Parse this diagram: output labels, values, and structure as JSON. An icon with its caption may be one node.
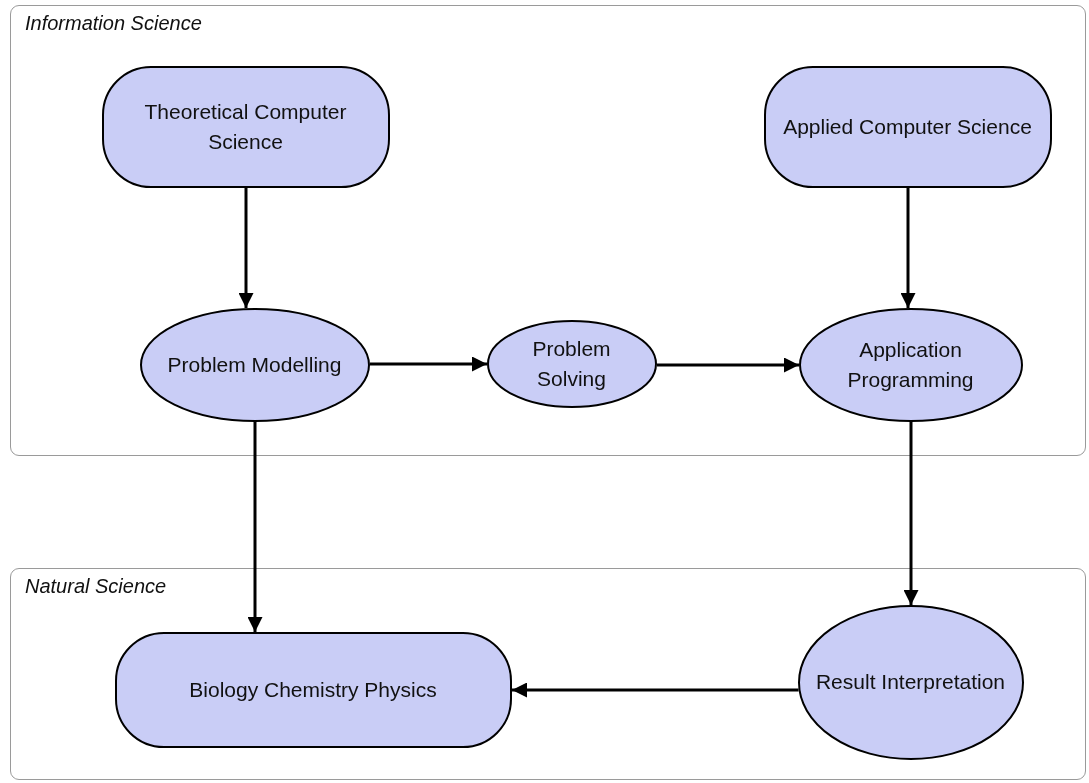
{
  "diagram": {
    "nodes": [
      {
        "text": [
          "Information Science"
        ]
      },
      {
        "text": [
          "Natural Science"
        ]
      },
      {
        "text": [
          "Theoretical Computer Science"
        ],
        "in": 0
      },
      {
        "text": [
          "Applied Computer Science"
        ],
        "in": 0
      },
      {
        "text": [
          "Problem Modelling"
        ],
        "in": 0
      },
      {
        "text": [
          "Problem Solving"
        ],
        "in": 0
      },
      {
        "text": [
          "Application Programming"
        ],
        "in": 0
      },
      {
        "text": [
          "Biology Chemistry Physics"
        ],
        "in": 1
      },
      {
        "text": [
          "Result Interpretation"
        ],
        "in": 1
      }
    ],
    "edges": [
      {
        "from": 2,
        "to": 4,
        "arrow": "to"
      },
      {
        "from": 3,
        "to": 6,
        "arrow": "to"
      },
      {
        "from": 4,
        "to": 5,
        "arrow": "to"
      },
      {
        "from": 5,
        "to": 6,
        "arrow": "to"
      },
      {
        "from": 4,
        "to": 7,
        "arrow": "to"
      },
      {
        "from": 6,
        "to": 8,
        "arrow": "to"
      },
      {
        "from": 8,
        "to": 7,
        "arrow": "to"
      }
    ]
  }
}
